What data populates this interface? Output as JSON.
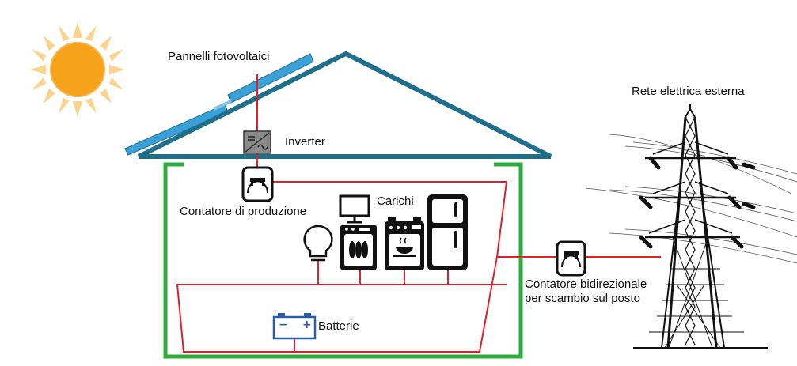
{
  "labels": {
    "panels": "Pannelli fotovoltaici",
    "inverter": "Inverter",
    "production_meter": "Contatore di produzione",
    "loads": "Carichi",
    "batteries": "Batterie",
    "bidirectional_meter_line1": "Contatore bidirezionale",
    "bidirectional_meter_line2": "per scambio sul posto",
    "grid": "Rete elettrica esterna"
  },
  "battery_marks": {
    "minus": "−",
    "plus": "+"
  },
  "colors": {
    "sun_core": "#f7a21b",
    "sun_rays": "#fbd38a",
    "roof": "#1f6f8b",
    "panel": "#3aa0d8",
    "wire": "#e0202a",
    "house_wall": "#2fad3c",
    "battery": "#2a5da8",
    "appliance": "#111111",
    "tower": "#111111"
  },
  "icons": [
    "sun-icon",
    "solar-panel-icon",
    "inverter-icon",
    "meter-icon",
    "lightbulb-icon",
    "monitor-icon",
    "dishwasher-icon",
    "oven-icon",
    "fridge-icon",
    "battery-icon",
    "power-tower-icon"
  ]
}
